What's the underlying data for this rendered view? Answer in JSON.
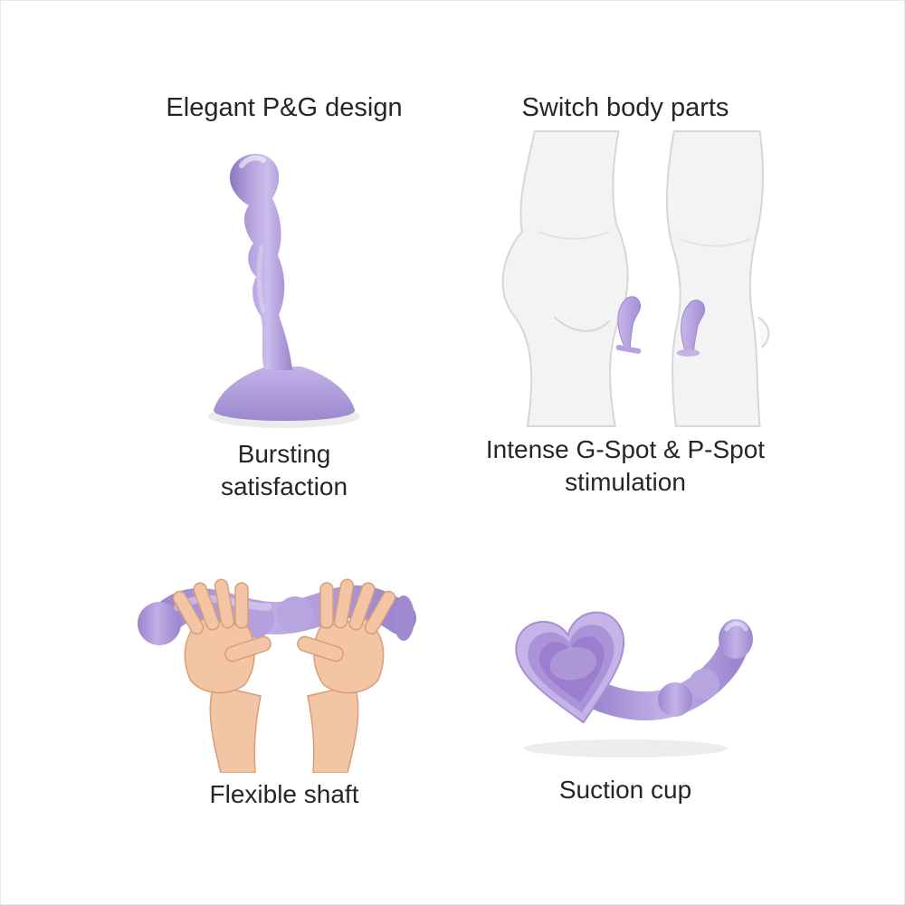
{
  "page": {
    "background": "#ffffff",
    "type": "product-feature-infographic"
  },
  "colors": {
    "product_purple": "#a992d6",
    "product_purple_light": "#cdbdec",
    "product_purple_dark": "#8b74bc",
    "body_gray": "#f2f2f2",
    "skin": "#f3c5a5",
    "text": "#262626"
  },
  "features": {
    "design": {
      "title": "Elegant P&G design",
      "caption": "Bursting satisfaction",
      "illustration": "standing-purple-dildo"
    },
    "switch": {
      "title": "Switch body parts",
      "caption": "Intense G-Spot & P-Spot stimulation",
      "illustration": "two-body-silhouettes-with-toy"
    },
    "flexible": {
      "caption": "Flexible shaft",
      "illustration": "hands-bending-shaft"
    },
    "suction": {
      "caption": "Suction cup",
      "illustration": "heart-shaped-suction-cup-base"
    }
  }
}
